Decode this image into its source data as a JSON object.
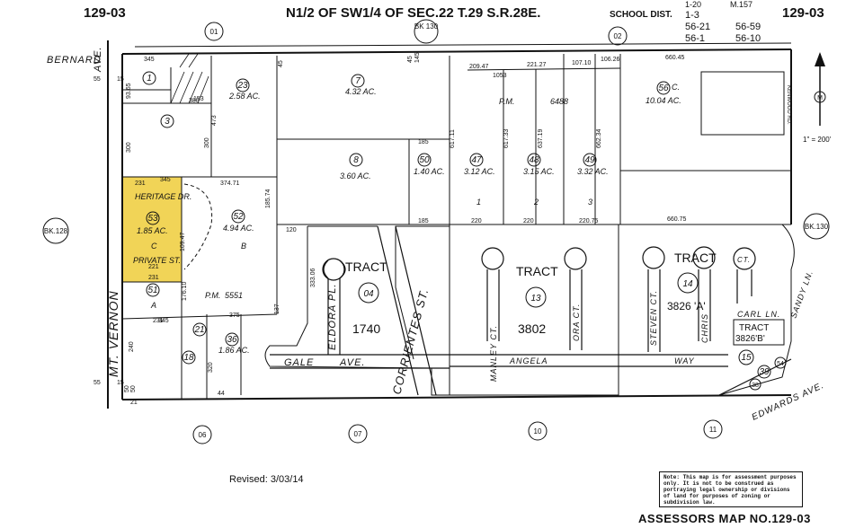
{
  "header": {
    "book_page_left": "129-03",
    "book_page_right": "129-03",
    "title": "N1/2 OF SW1/4 OF SEC.22 T.29 S.R.28E.",
    "school_dist_label": "SCHOOL DIST.",
    "school_dist_values": [
      "1-20",
      "M.157",
      "1-3",
      "56-21",
      "56-59",
      "56-1",
      "56-10"
    ]
  },
  "book_refs": {
    "top": "BK 130",
    "left": "BK.128",
    "right": "BK.130"
  },
  "blocks": [
    "01",
    "02",
    "06",
    "07",
    "10",
    "11"
  ],
  "streets": {
    "bernard": "BERNARD",
    "ave": "AVE.",
    "mt_vernon": "MT. VERNON",
    "mt_vernon_ave": "AVE.",
    "heritage": "HERITAGE DR.",
    "private": "PRIVATE ST.",
    "eldora": "ELDORA PL.",
    "corrientes": "CORRIENTES ST.",
    "gale": "GALE",
    "gale_ave": "AVE.",
    "manley": "MANLEY CT.",
    "ora": "ORA CT.",
    "angela": "ANGELA",
    "steven": "STEVEN CT.",
    "chris": "CHRIS",
    "way": "WAY",
    "carl": "CARL LN.",
    "ct": "CT.",
    "sandy": "SANDY LN.",
    "edwards": "EDWARDS AVE.",
    "kenwood": "KENWOOD RD."
  },
  "parcels": [
    {
      "num": "1",
      "area": ""
    },
    {
      "num": "3",
      "area": ""
    },
    {
      "num": "23",
      "area": "2.58 AC."
    },
    {
      "num": "7",
      "area": "4.32 AC."
    },
    {
      "num": "8",
      "area": "3.60 AC."
    },
    {
      "num": "50",
      "area": "1.40 AC."
    },
    {
      "num": "47",
      "area": "3.12 AC."
    },
    {
      "num": "48",
      "area": "3.15 AC."
    },
    {
      "num": "49",
      "area": "3.32 AC."
    },
    {
      "num": "56",
      "area": "10.04 AC."
    },
    {
      "num": "53",
      "area": "1.85 AC."
    },
    {
      "num": "52",
      "area": "4.94 AC."
    },
    {
      "num": "51",
      "area": ""
    },
    {
      "num": "21",
      "area": ""
    },
    {
      "num": "18",
      "area": ""
    },
    {
      "num": "36",
      "area": "1.86 AC."
    },
    {
      "num": "15",
      "area": ""
    },
    {
      "num": "39",
      "area": ""
    },
    {
      "num": "54",
      "area": ""
    },
    {
      "num": "38",
      "area": ""
    }
  ],
  "letters": {
    "c": "C",
    "b": "B",
    "a": "A",
    "lot1": "1",
    "lot2": "2",
    "lot3": "3",
    "m": "M",
    "letter_c2": "C."
  },
  "tracts": [
    {
      "label": "TRACT",
      "num": "04",
      "number": "1740"
    },
    {
      "label": "TRACT",
      "num": "13",
      "number": "3802"
    },
    {
      "label": "TRACT",
      "num": "14",
      "number": "3826 'A'"
    },
    {
      "label": "TRACT",
      "num": "",
      "number": "3826'B'"
    }
  ],
  "parcel_maps": [
    "P.M.",
    "6488",
    "P.M.",
    "5551"
  ],
  "dimensions": [
    "345",
    "55",
    "55",
    "93.65",
    "300",
    "380",
    "473",
    "300",
    "45",
    "45",
    "145",
    "209.47",
    "1053",
    "221.27",
    "107.10",
    "106.26",
    "660.45",
    "185",
    "617.11",
    "617.33",
    "637.19",
    "662.34",
    "374.71",
    "345",
    "231",
    "221",
    "231",
    "185.74",
    "120",
    "185",
    "220",
    "220",
    "220.75",
    "660.75",
    "176.10",
    "345",
    "375",
    "240",
    "320",
    "50",
    "50",
    "44",
    "137",
    "333.06",
    "109.47",
    "153",
    "15",
    "15",
    "21",
    "231"
  ],
  "scale": "1\" = 200'",
  "revised": "Revised: 3/03/14",
  "note_text": "Note: This map is for assessment purposes only. It is not to be construed as portraying legal ownership or divisions of land for purposes of zoning or subdivision law.",
  "footer": "ASSESSORS MAP NO.129-03",
  "colors": {
    "highlight": "#f1d457",
    "ink": "#111111",
    "paper": "#ffffff"
  }
}
